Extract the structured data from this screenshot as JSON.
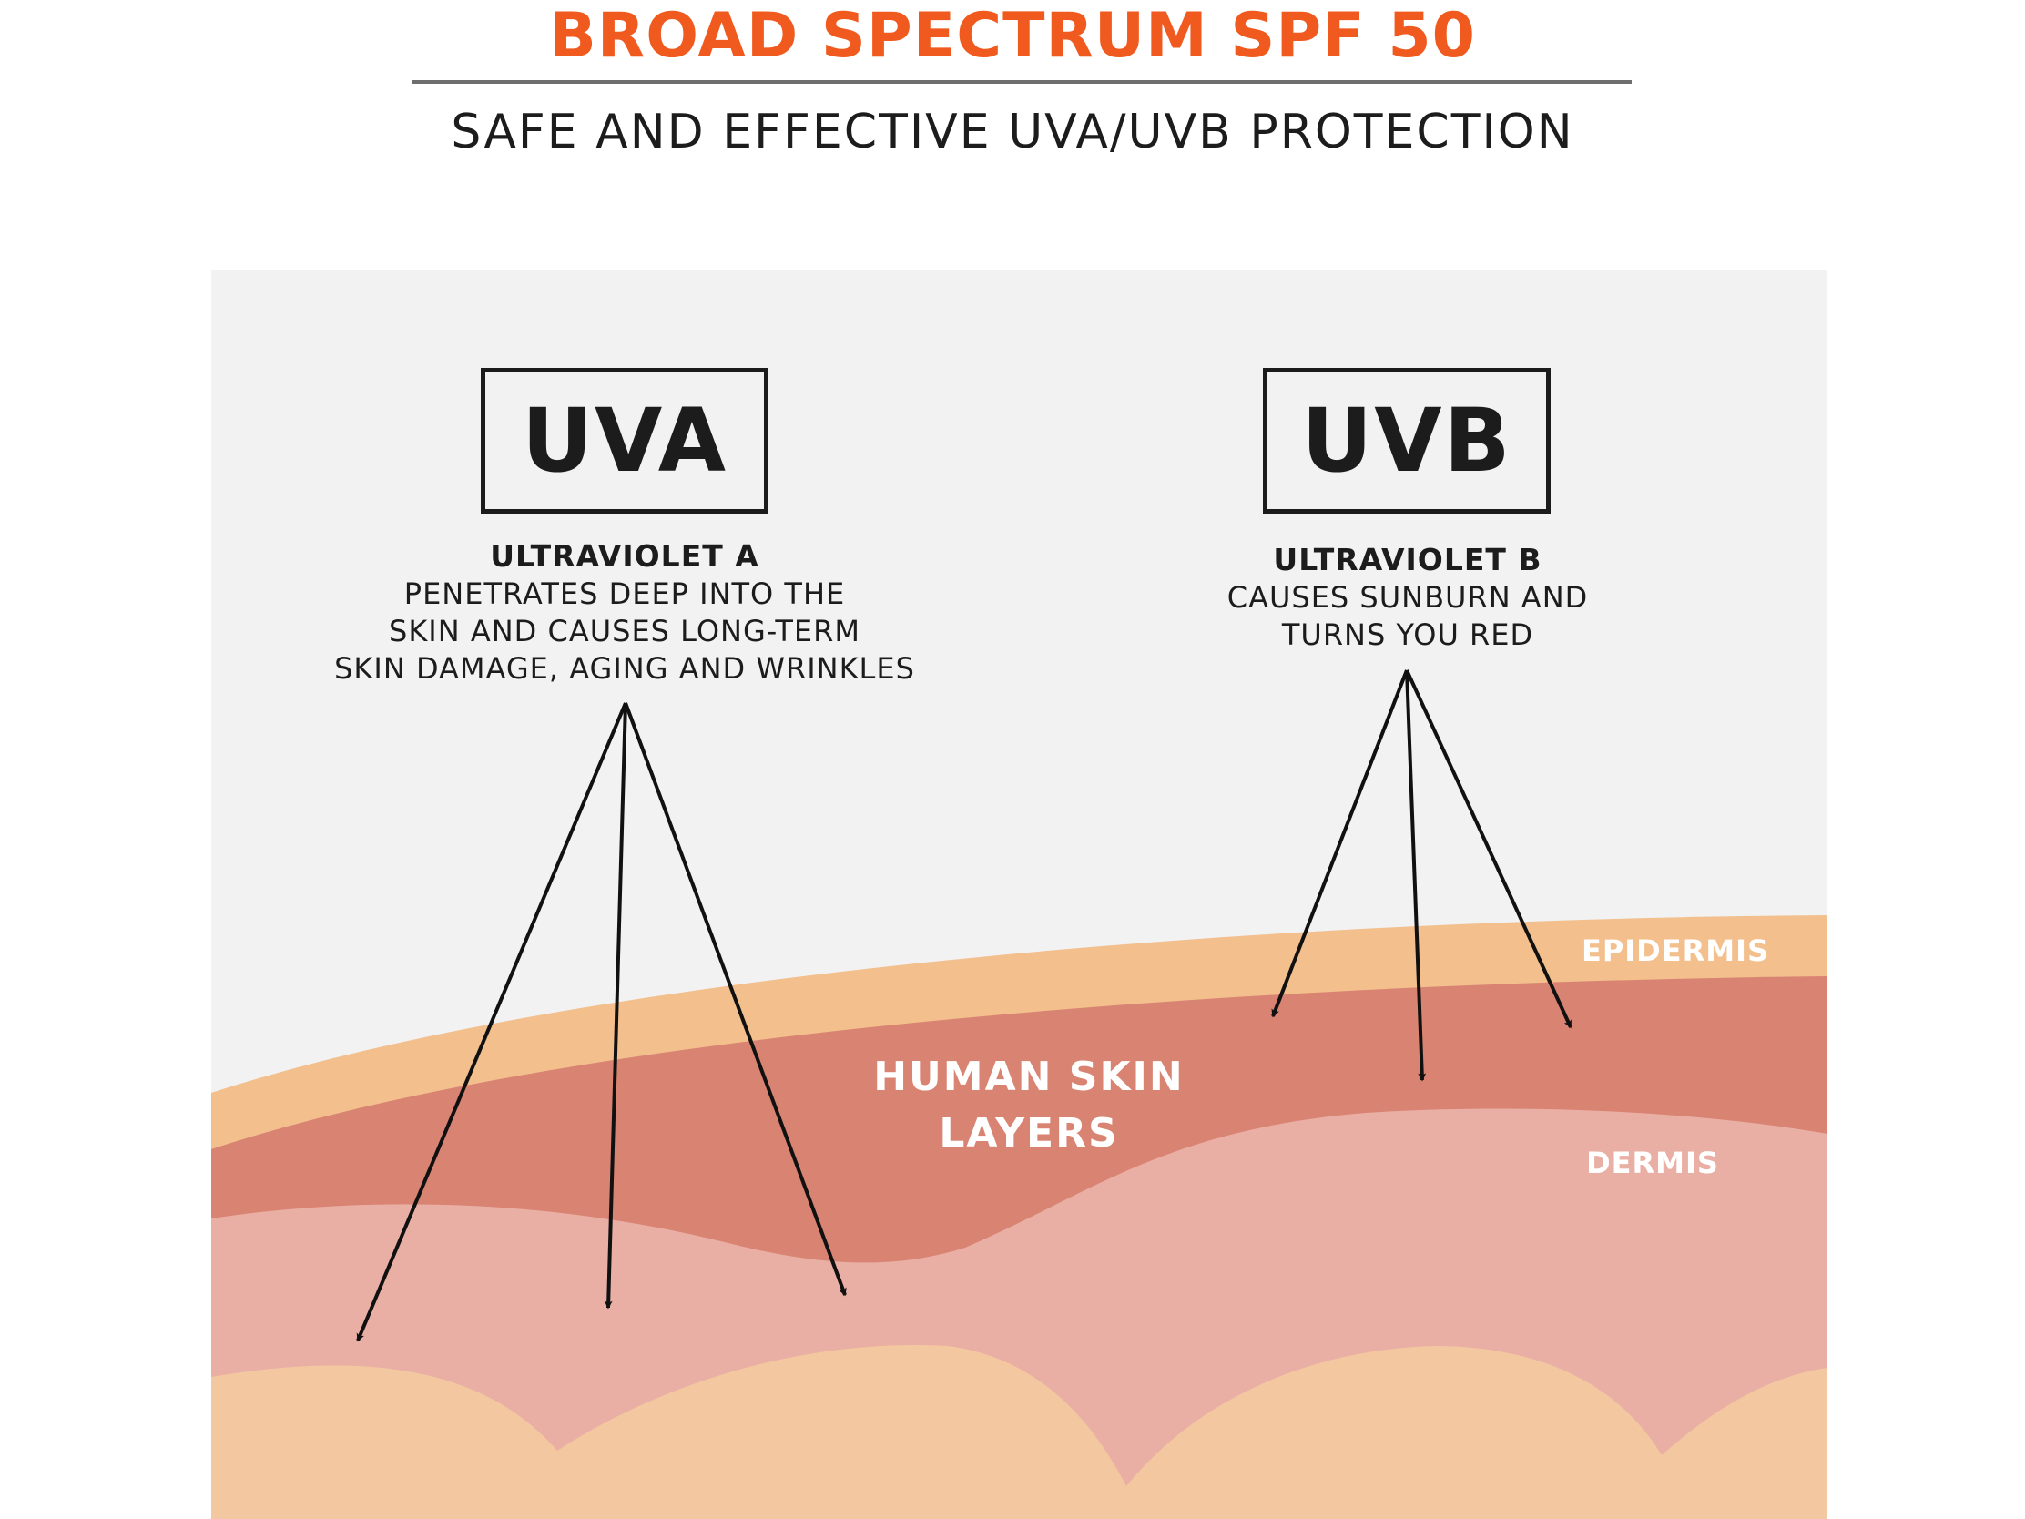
{
  "header": {
    "title": "BROAD SPECTRUM SPF 50",
    "subtitle": "SAFE AND EFFECTIVE UVA/UVB PROTECTION"
  },
  "uva": {
    "box_label": "UVA",
    "heading": "ULTRAVIOLET A",
    "lines": [
      "PENETRATES DEEP INTO THE",
      "SKIN AND CAUSES LONG-TERM",
      "SKIN DAMAGE, AGING AND WRINKLES"
    ]
  },
  "uvb": {
    "box_label": "UVB",
    "heading": "ULTRAVIOLET B",
    "lines": [
      "CAUSES SUNBURN AND",
      "TURNS YOU RED"
    ]
  },
  "layers": {
    "human_skin_line1": "HUMAN SKIN",
    "human_skin_line2": "LAYERS",
    "epidermis": "EPIDERMIS",
    "dermis": "DERMIS"
  },
  "colors": {
    "title": "#f05a1f",
    "panel_background": "#f2f2f2",
    "epidermis": "#f2bf8d",
    "upper_dermis": "#d98372",
    "dermis": "#e9afa4",
    "subcutaneous": "#f3c8a0",
    "arrow": "#111111"
  }
}
